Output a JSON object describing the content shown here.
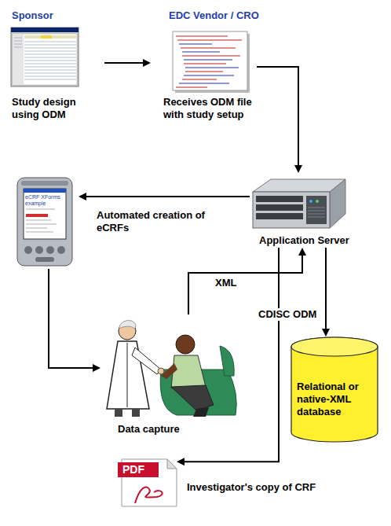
{
  "diagram": {
    "nodes": [
      {
        "text": [
          "Sponsor",
          "Study design using ODM"
        ]
      },
      {
        "text": [
          "EDC Vendor / CRO",
          "Receives ODM file with study setup"
        ]
      },
      {
        "text": [
          "eCRF XForms example"
        ]
      },
      {
        "text": [
          "Application Server"
        ]
      },
      {
        "text": [
          "Data capture"
        ]
      },
      {
        "text": [
          "Relational or native-XML database"
        ]
      },
      {
        "text": [
          "PDF",
          "Investigator's copy of CRF"
        ]
      }
    ],
    "edges": [
      {
        "from": 0,
        "to": 1,
        "arrow": "to"
      },
      {
        "from": 1,
        "to": 3,
        "arrow": "to"
      },
      {
        "from": 3,
        "to": 2,
        "label": "Automated creation of eCRFs",
        "arrow": "to"
      },
      {
        "from": 2,
        "to": 4,
        "arrow": "to"
      },
      {
        "from": 4,
        "to": 3,
        "label": "XML",
        "arrow": "to"
      },
      {
        "from": 3,
        "to": 5,
        "label": "CDISC ODM",
        "arrow": "to"
      },
      {
        "from": 3,
        "to": 6,
        "arrow": "to"
      }
    ]
  }
}
